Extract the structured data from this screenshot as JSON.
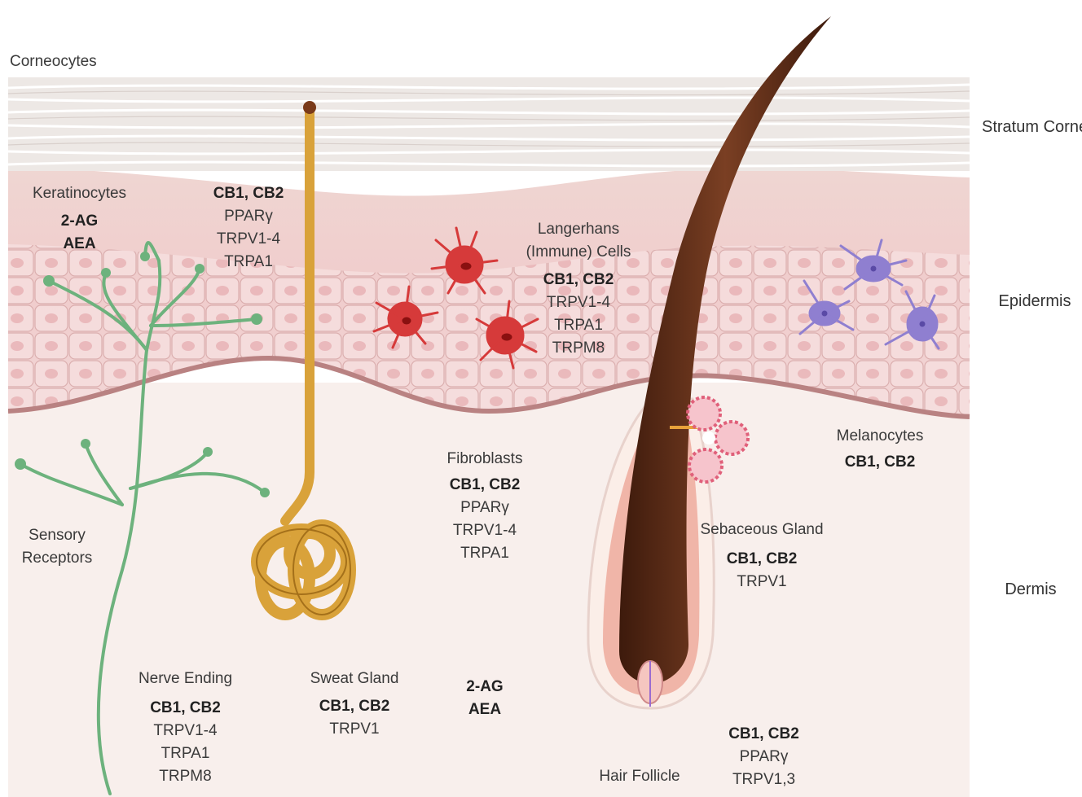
{
  "colors": {
    "corneum": "#ece6e2",
    "epidermis": "#ecc5c5",
    "dermis": "#f7ece9",
    "nerve": "#69b07a",
    "sweat_gland": "#d9a23a",
    "hair": "#5a2a17",
    "langerhans": "#d63a3a",
    "melanocyte": "#8f7fd0",
    "sebaceous": "#e0607a"
  },
  "icons": [
    "nerve-icon",
    "sweat-gland-icon",
    "hair-follicle-icon",
    "langerhans-cell-icon",
    "melanocyte-icon",
    "sebaceous-gland-icon"
  ],
  "layers": {
    "stratum_corneum": [
      "Stratum",
      "Corneum"
    ],
    "epidermis": "Epidermis",
    "dermis": "Dermis"
  },
  "labels": {
    "corneocytes": "Corneocytes",
    "keratinocytes": {
      "title": "Keratinocytes",
      "bold": [
        "2-AG",
        "AEA"
      ]
    },
    "keratinocyte_receptors": {
      "bold": [
        "CB1, CB2"
      ],
      "normal": [
        "PPARγ",
        "TRPV1-4",
        "TRPA1"
      ]
    },
    "langerhans": {
      "title": [
        "Langerhans",
        "(Immune) Cells"
      ],
      "bold": [
        "CB1, CB2"
      ],
      "normal": [
        "TRPV1-4",
        "TRPA1",
        "TRPM8"
      ]
    },
    "melanocytes": {
      "title": "Melanocytes",
      "bold": [
        "CB1, CB2"
      ]
    },
    "fibroblasts": {
      "title": "Fibroblasts",
      "bold": [
        "CB1, CB2"
      ],
      "normal": [
        "PPARγ",
        "TRPV1-4",
        "TRPA1"
      ]
    },
    "sensory_receptors": [
      "Sensory",
      "Receptors"
    ],
    "sebaceous_gland": {
      "title": "Sebaceous Gland",
      "bold": [
        "CB1, CB2"
      ],
      "normal": [
        "TRPV1"
      ]
    },
    "nerve_ending": {
      "title": "Nerve Ending",
      "bold": [
        "CB1, CB2"
      ],
      "normal": [
        "TRPV1-4",
        "TRPA1",
        "TRPM8"
      ]
    },
    "sweat_gland": {
      "title": "Sweat Gland",
      "bold": [
        "CB1, CB2"
      ],
      "normal": [
        "TRPV1"
      ]
    },
    "dermis_ligands": {
      "bold": [
        "2-AG",
        "AEA"
      ]
    },
    "hair_follicle": {
      "title": "Hair Follicle"
    },
    "hair_follicle_receptors": {
      "bold": [
        "CB1, CB2"
      ],
      "normal": [
        "PPARγ",
        "TRPV1,3"
      ]
    }
  }
}
